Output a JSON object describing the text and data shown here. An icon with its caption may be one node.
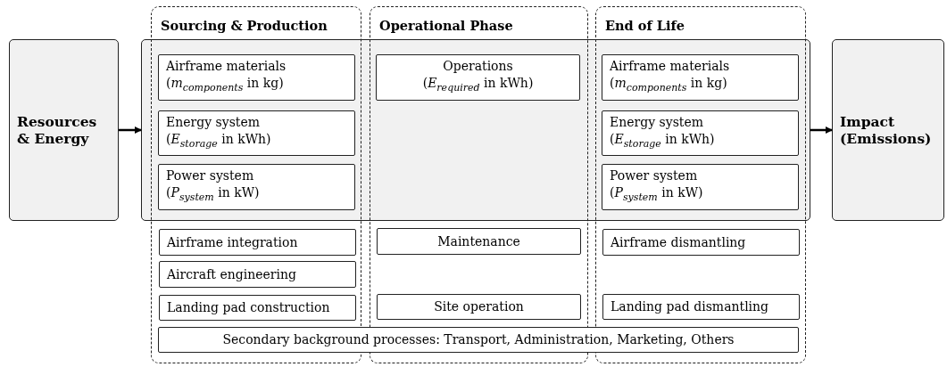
{
  "diagram": {
    "nodes": [
      {
        "text": [
          "Resources & Energy"
        ]
      },
      {
        "text": [
          "Sourcing & Production"
        ]
      },
      {
        "text": [
          "Operational Phase"
        ]
      },
      {
        "text": [
          "End of Life"
        ]
      },
      {
        "text": [],
        "shape": "box"
      },
      {
        "text": [
          "Airframe materials",
          "(*m*$_{components}$ in kg)"
        ]
      },
      {
        "text": [
          "Energy system",
          "(*E*$_{storage}$ in kWh)"
        ]
      },
      {
        "text": [
          "Power system",
          "(*P*$_{system}$ in kW)"
        ]
      },
      {
        "text": [
          "Airframe integration"
        ],
        "in": 1
      },
      {
        "text": [
          "Aircraft engineering"
        ],
        "in": 1
      },
      {
        "text": [
          "Landing pad construction"
        ],
        "in": 1
      },
      {
        "text": [
          "Operations",
          "(*E*$_{required}$ in kWh)"
        ]
      },
      {
        "text": [
          "Maintenance"
        ],
        "in": 2
      },
      {
        "text": [
          "Site operation"
        ],
        "in": 2
      },
      {
        "text": [
          "Airframe materials",
          "(*m*$_{components}$ in kg)"
        ]
      },
      {
        "text": [
          "Energy system",
          "(*E*$_{storage}$ in kWh)"
        ]
      },
      {
        "text": [
          "Power system",
          "(*P*$_{system}$ in kW)"
        ]
      },
      {
        "text": [
          "Airframe dismantling"
        ],
        "in": 3
      },
      {
        "text": [
          "Landing pad dismantling"
        ],
        "in": 3
      },
      {
        "text": [
          "Secondary background processes: Transport, Administration, Marketing, Others"
        ]
      },
      {
        "text": [
          "Impact (Emissions)"
        ]
      }
    ],
    "edges": [
      {
        "from": 0,
        "to": 4,
        "arrow": "to"
      },
      {
        "from": 4,
        "to": 20,
        "arrow": "to"
      }
    ]
  }
}
